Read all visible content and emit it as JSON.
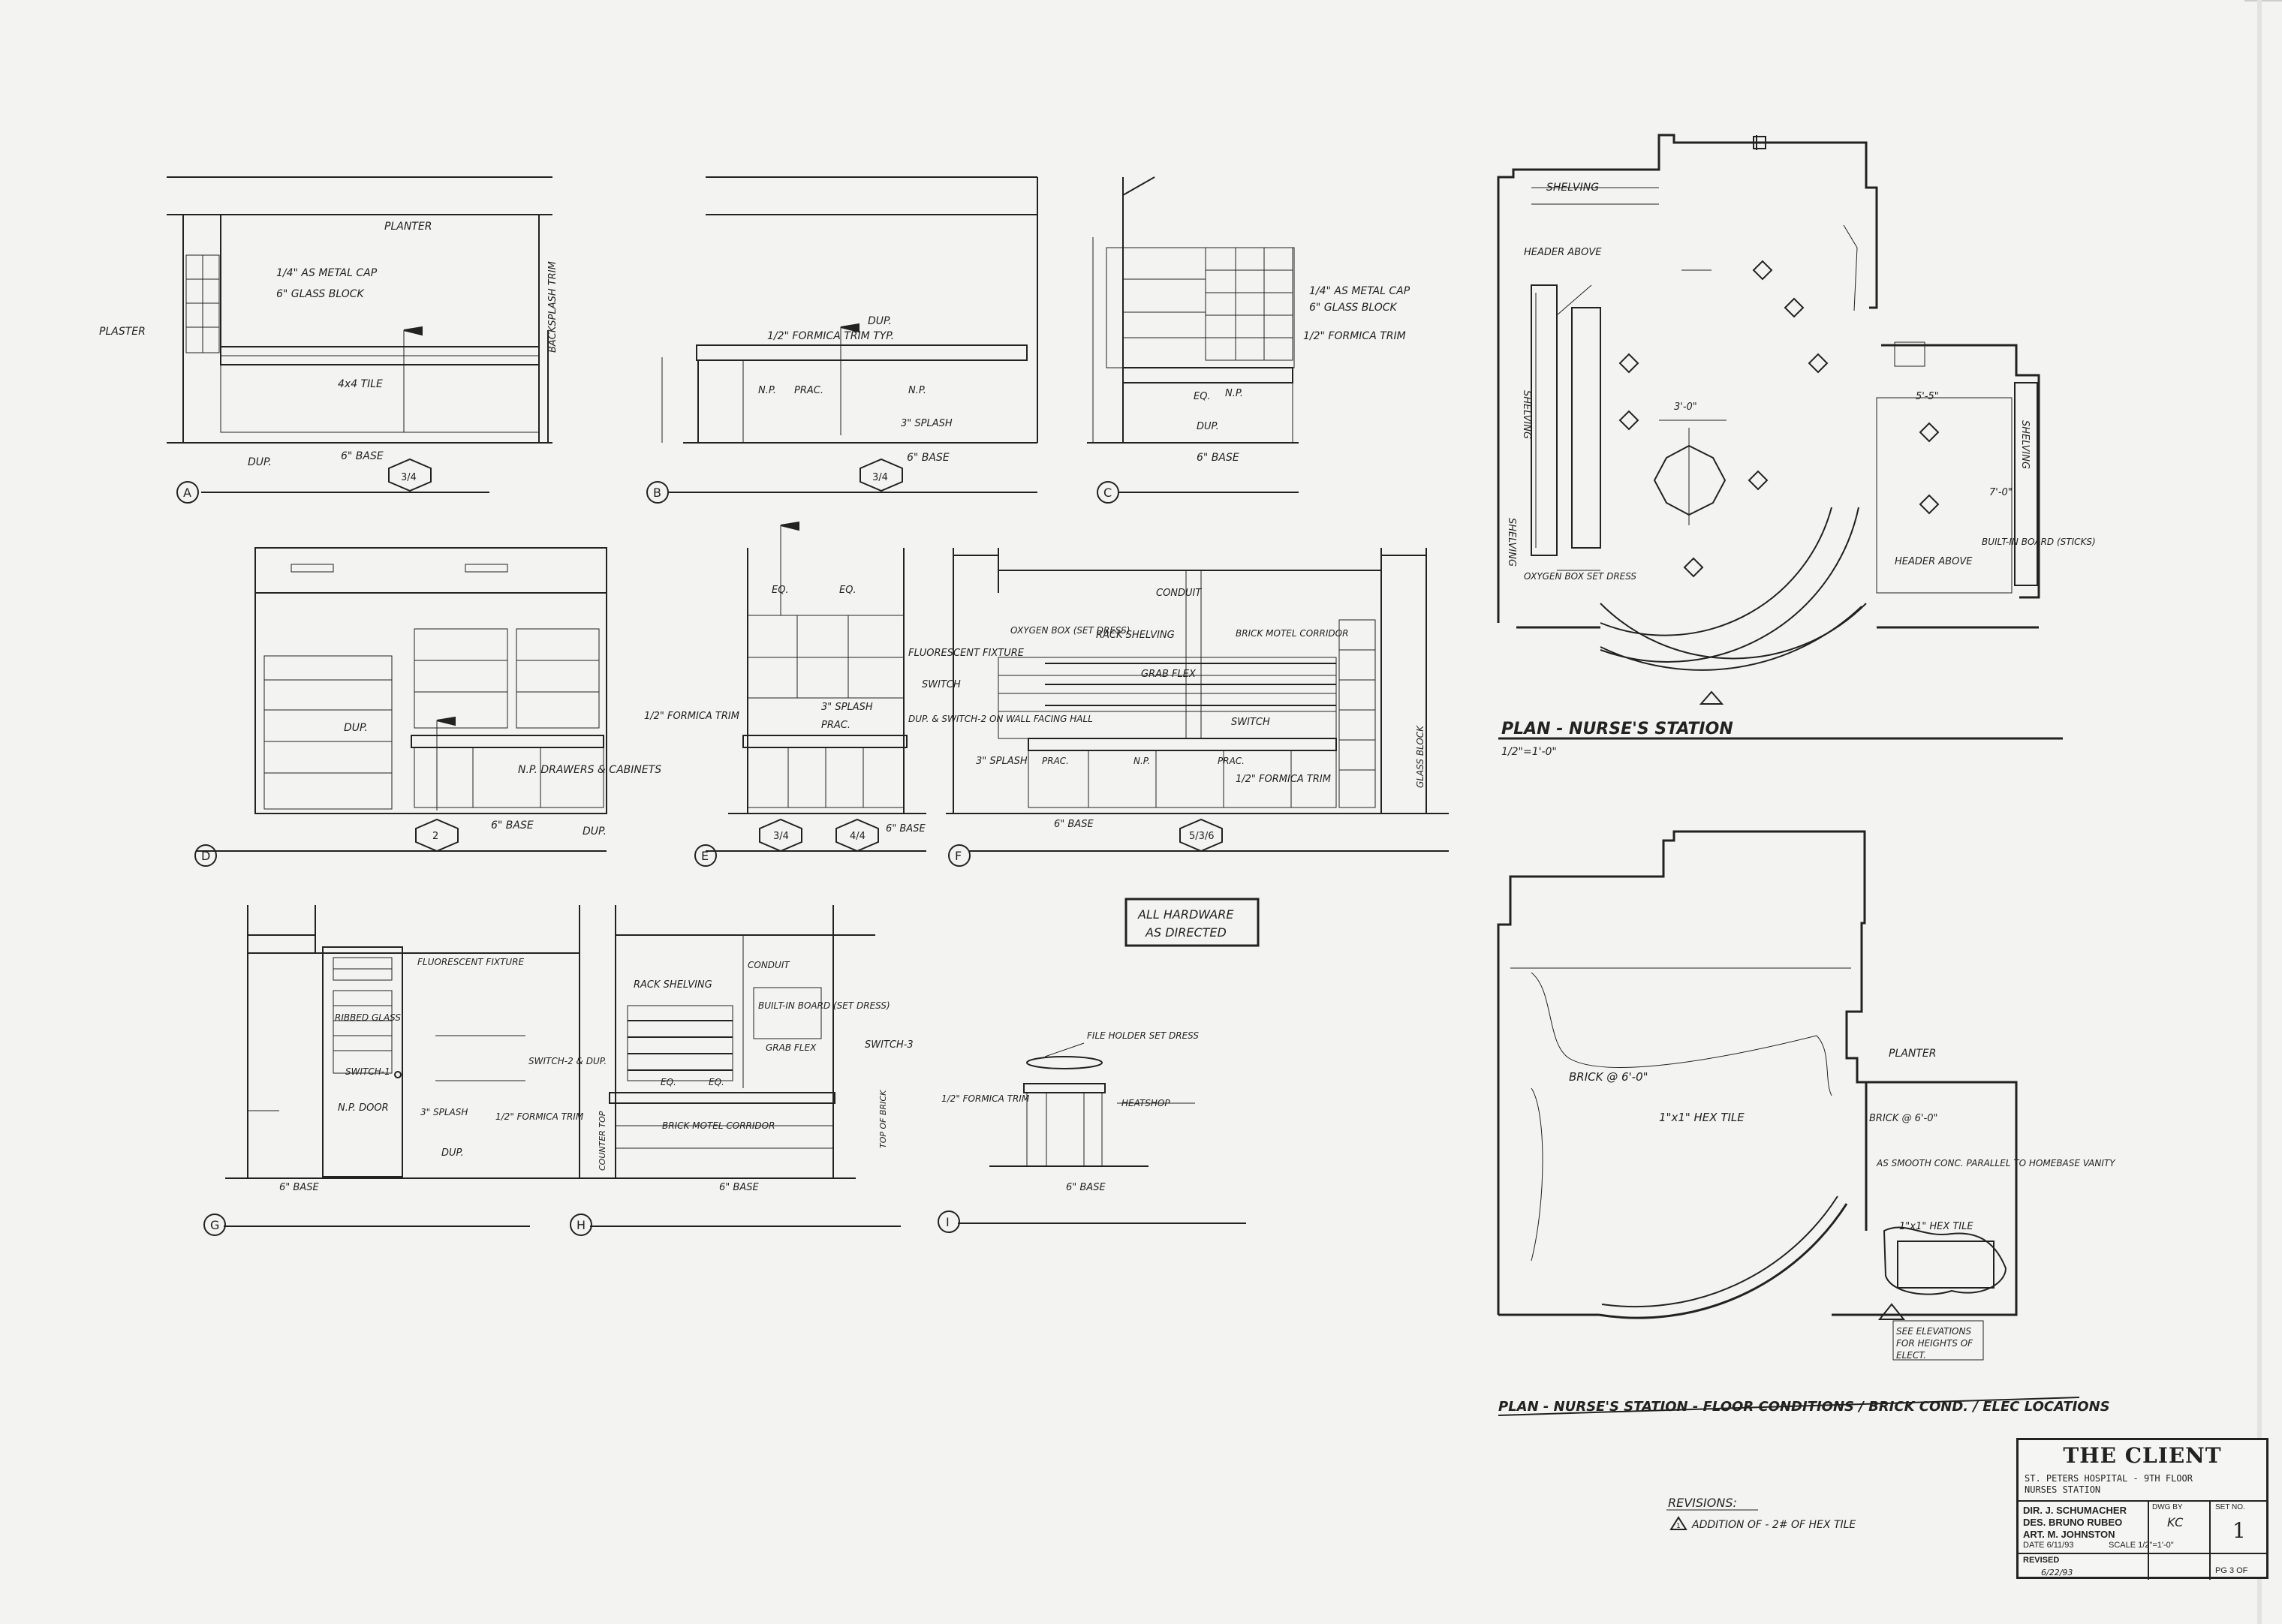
{
  "sheet": {
    "plan_main_title": "PLAN - NURSE'S STATION",
    "plan_main_scale": "1/2\"=1'-0\"",
    "plan_floor_title": "PLAN - NURSE'S STATION - FLOOR CONDITIONS / BRICK COND. / ELEC LOCATIONS",
    "note_hardware": [
      "ALL HARDWARE",
      "AS DIRECTED"
    ],
    "note_see_elevations": [
      "SEE ELEVATIONS",
      "FOR HEIGHTS OF",
      "ELECT."
    ]
  },
  "elevations": {
    "A": {
      "tag": "A",
      "notes": [
        "PLASTER",
        "PLANTER",
        "1/4\" AS METAL CAP",
        "6\" GLASS BLOCK",
        "4x4 TILE",
        "DUP.",
        "6\" BASE",
        "BACKSPLASH TRIM"
      ],
      "section": "3/4"
    },
    "B": {
      "tag": "B",
      "notes": [
        "1/2\" FORMICA TRIM TYP.",
        "DUP.",
        "N.P.",
        "PRAC.",
        "N.P.",
        "3\" SPLASH",
        "6\" BASE"
      ],
      "section": "3/4"
    },
    "C": {
      "tag": "C",
      "notes": [
        "1/4\" AS METAL CAP",
        "6\" GLASS BLOCK",
        "1/2\" FORMICA TRIM",
        "EQ.",
        "N.P.",
        "DUP.",
        "6\" BASE"
      ]
    },
    "D": {
      "tag": "D",
      "notes": [
        "DUP.",
        "N.P. DRAWERS & CABINETS",
        "1/2\" FORMICA TRIM",
        "6\" BASE",
        "DUP."
      ],
      "section": "2"
    },
    "E": {
      "tag": "E",
      "notes": [
        "EQ.",
        "EQ.",
        "FLUORESCENT FIXTURE",
        "3\" SPLASH",
        "SWITCH",
        "PRAC.",
        "DUP. & SWITCH-2 ON WALL FACING HALL",
        "6\" BASE"
      ],
      "sections": [
        "3/4",
        "4/4"
      ]
    },
    "F": {
      "tag": "F",
      "notes": [
        "CONDUIT",
        "OXYGEN BOX (SET DRESS)",
        "RACK SHELVING",
        "BRICK MOTEL CORRIDOR",
        "GRAB FLEX",
        "SWITCH",
        "3\" SPLASH",
        "PRAC.",
        "N.P.",
        "PRAC.",
        "1/2\" FORMICA TRIM",
        "6\" BASE",
        "GLASS BLOCK"
      ],
      "section": "5/3/6"
    },
    "G": {
      "tag": "G",
      "notes": [
        "FLUORESCENT FIXTURE",
        "RIBBED GLASS",
        "SWITCH-1",
        "SWITCH-2 & DUP.",
        "1/2\" FORMICA TRIM",
        "3\" SPLASH",
        "N.P. DOOR",
        "DUP.",
        "6\" BASE"
      ]
    },
    "H": {
      "tag": "H",
      "notes": [
        "RACK SHELVING",
        "CONDUIT",
        "BUILT-IN BOARD (SET DRESS)",
        "GRAB FLEX",
        "SWITCH-3",
        "EQ.",
        "EQ.",
        "BRICK MOTEL CORRIDOR",
        "6\" BASE",
        "COUNTER TOP",
        "TOP OF BRICK"
      ]
    },
    "I": {
      "tag": "I",
      "notes": [
        "FILE HOLDER SET DRESS",
        "1/2\" FORMICA TRIM",
        "HEATSHOP",
        "6\" BASE"
      ]
    }
  },
  "plan_labels": [
    "SHELVING",
    "SHELVING",
    "SHELVING",
    "SHELVING",
    "HEADER ABOVE",
    "HEADER ABOVE",
    "OXYGEN BOX SET DRESS",
    "BUILT-IN BOARD (STICKS)",
    "3'-0\"",
    "5'-5\"",
    "7'-0\""
  ],
  "floor_labels": [
    "BRICK @ 6'-0\"",
    "1\"x1\" HEX TILE",
    "PLANTER",
    "BRICK @ 6'-0\"",
    "AS SMOOTH CONC. PARALLEL TO HOMEBASE VANITY",
    "1\"x1\" HEX TILE"
  ],
  "revisions": {
    "title": "REVISIONS:",
    "item": "ADDITION OF - 2# OF HEX TILE",
    "marker": "1"
  },
  "title_block": {
    "client": "THE CLIENT",
    "project_line1": "ST. PETERS HOSPITAL - 9TH FLOOR",
    "project_line2": "NURSES STATION",
    "dir": "DIR. J. SCHUMACHER",
    "des": "DES. BRUNO RUBEO",
    "art": "ART. M. JOHNSTON",
    "dwg_by_label": "DWG BY",
    "dwg_by": "KC",
    "set_no_label": "SET NO.",
    "set_no": "1",
    "date": "DATE 6/11/93",
    "scale": "SCALE 1/2\"=1'-0\"",
    "revised_label": "REVISED",
    "revised": "6/22/93",
    "page": "PG 3 OF"
  }
}
